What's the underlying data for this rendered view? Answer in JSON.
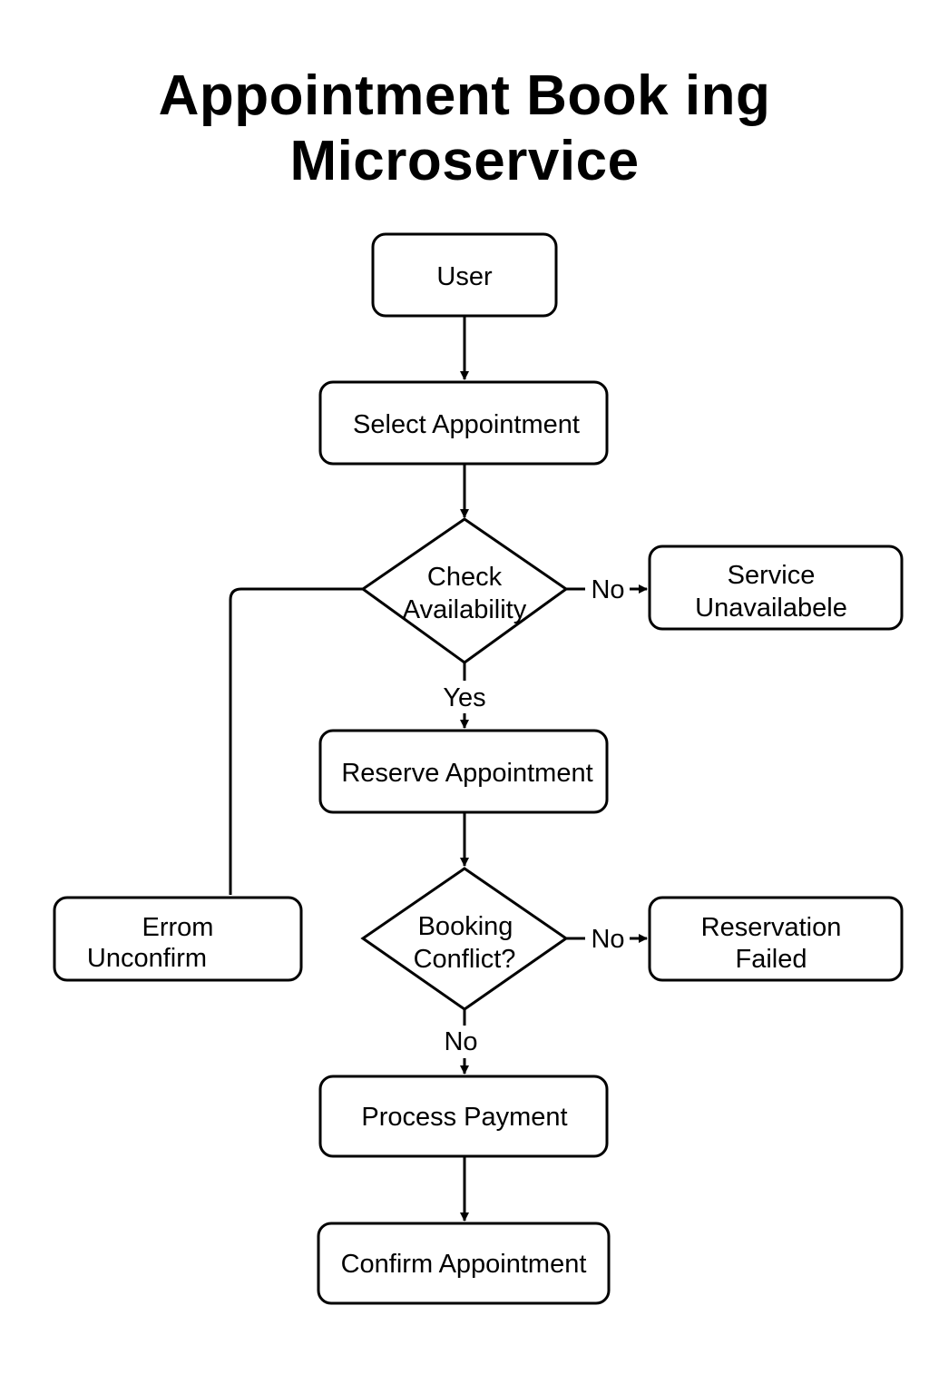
{
  "title": {
    "line1": "Appointment Book ing",
    "line2": "Microservice"
  },
  "nodes": {
    "user": "User",
    "select": "Select Appointment",
    "check_availability": [
      "Check",
      "Availability"
    ],
    "service_unavailable": [
      "Service",
      "Unavailabele"
    ],
    "reserve": "Reserve Appointment",
    "error_unconfirm": [
      "Errom",
      "Unconfirm"
    ],
    "booking_conflict": [
      "Booking",
      "Conflict?"
    ],
    "reservation_failed": [
      "Reservation",
      "Failed"
    ],
    "process_payment": "Process Payment",
    "confirm": "Confirm Appointment"
  },
  "edges": {
    "availability_no": "No",
    "availability_yes": "Yes",
    "conflict_right_no": "No",
    "conflict_down_no": "No"
  }
}
